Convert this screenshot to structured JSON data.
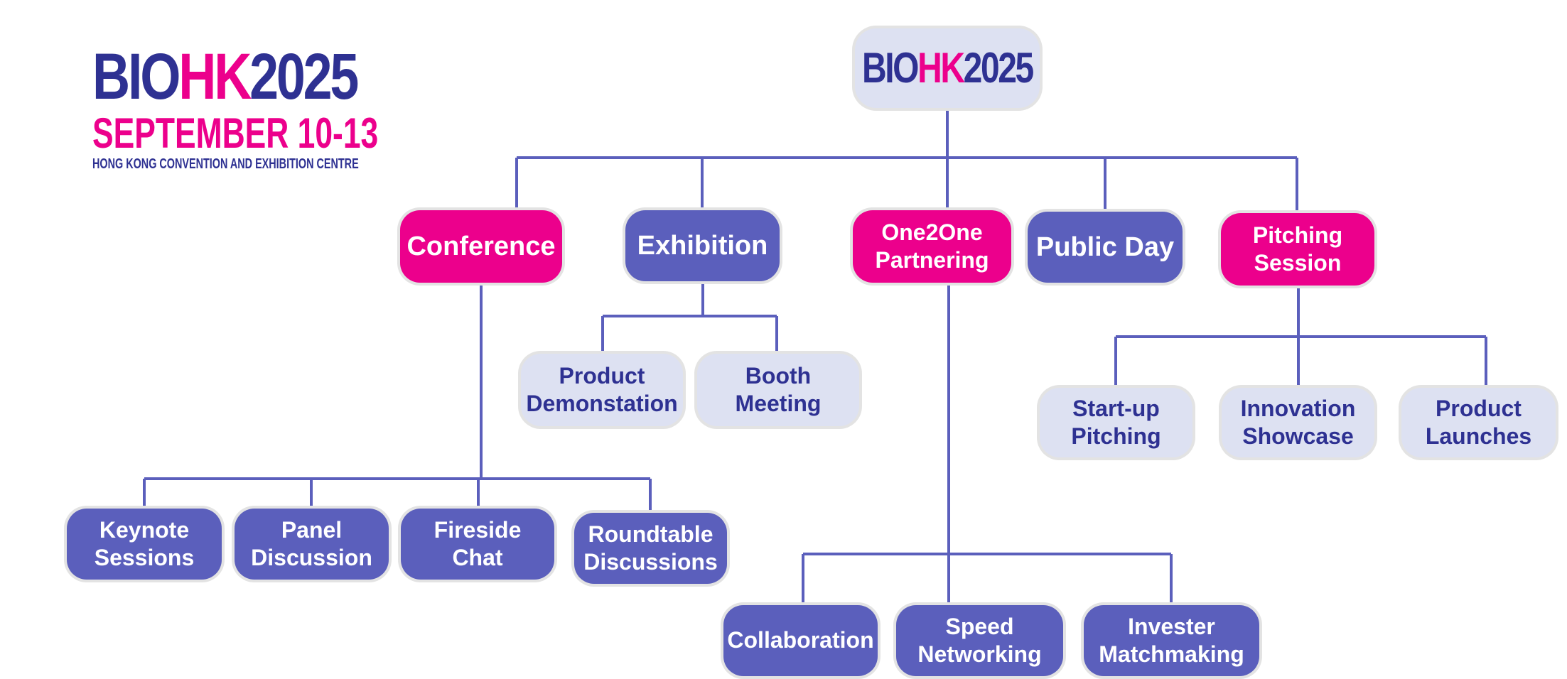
{
  "logo": {
    "part1": "BIO",
    "part2": "HK",
    "part3": "2025",
    "dates": "SEPTEMBER 10-13",
    "venue": "HONG KONG CONVENTION AND EXHIBITION CENTRE"
  },
  "root": {
    "part1": "BIO",
    "part2": "HK",
    "part3": "2025"
  },
  "level1": {
    "conference": "Conference",
    "exhibition": "Exhibition",
    "one2one": "One2One\nPartnering",
    "public_day": "Public Day",
    "pitching": "Pitching\nSession"
  },
  "conference_children": {
    "keynote": "Keynote\nSessions",
    "panel": "Panel\nDiscussion",
    "fireside": "Fireside\nChat",
    "roundtable": "Roundtable\nDiscussions"
  },
  "exhibition_children": {
    "product_demo": "Product\nDemonstation",
    "booth": "Booth\nMeeting"
  },
  "one2one_children": {
    "collaboration": "Collaboration",
    "speed": "Speed\nNetworking",
    "investor": "Invester\nMatchmaking"
  },
  "pitching_children": {
    "startup": "Start-up\nPitching",
    "innovation": "Innovation\nShowcase",
    "launches": "Product\nLaunches"
  },
  "colors": {
    "magenta": "#EC008C",
    "purple": "#5B5FBC",
    "light": "#DDE1F2",
    "navy": "#2E3192",
    "connector": "#5B5FBC"
  }
}
